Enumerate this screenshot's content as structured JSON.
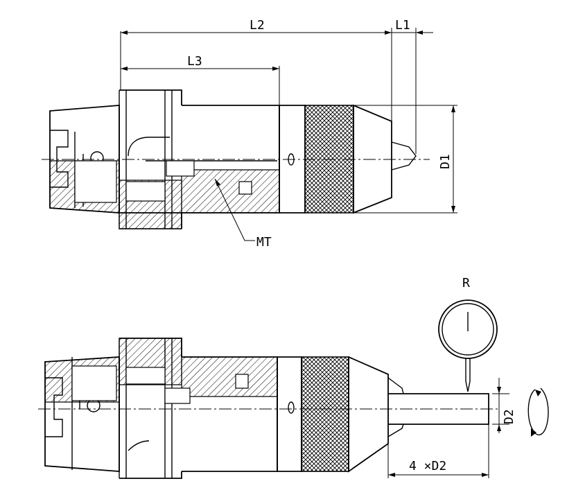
{
  "labels": {
    "l2": "L2",
    "l1": "L1",
    "l3": "L3",
    "d1": "D1",
    "mt": "MT",
    "r": "R",
    "d2": "D2",
    "four_x_d2": "4 ×D2"
  }
}
